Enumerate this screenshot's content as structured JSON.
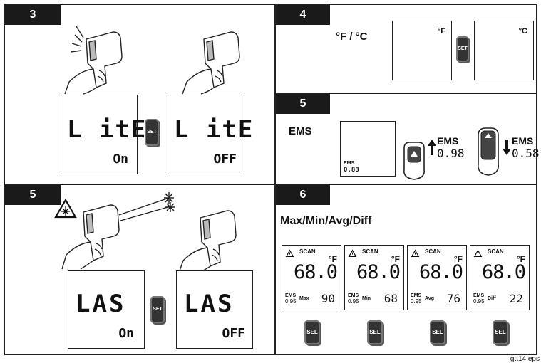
{
  "panels": {
    "p1": {
      "step": "3",
      "lcd_left": {
        "top": "L itE",
        "bottom": "On"
      },
      "lcd_right": {
        "top": "L itE",
        "bottom": "OFF"
      },
      "button": "SET"
    },
    "p2": {
      "step": "4",
      "label": "°F / °C",
      "lcd_left_unit": "°F",
      "lcd_right_unit": "°C",
      "button": "SET"
    },
    "p3": {
      "step": "5",
      "label": "EMS",
      "lcd_ems_label": "EMS",
      "lcd_ems_value": "0.88",
      "up": {
        "label": "EMS",
        "value": "0.98"
      },
      "down": {
        "label": "EMS",
        "value": "0.58"
      }
    },
    "p4": {
      "step": "5",
      "lcd_left": {
        "top": "LAS",
        "bottom": "On"
      },
      "lcd_right": {
        "top": "LAS",
        "bottom": "OFF"
      },
      "button": "SET"
    },
    "p5": {
      "step": "6",
      "title": "Max/Min/Avg/Diff",
      "displays": [
        {
          "scan": "SCAN",
          "unit": "°F",
          "reading": "68.0",
          "ems_label": "EMS",
          "ems_value": "0.95",
          "mode": "Max",
          "mode_value": "90"
        },
        {
          "scan": "SCAN",
          "unit": "°F",
          "reading": "68.0",
          "ems_label": "EMS",
          "ems_value": "0.95",
          "mode": "Min",
          "mode_value": "68"
        },
        {
          "scan": "SCAN",
          "unit": "°F",
          "reading": "68.0",
          "ems_label": "EMS",
          "ems_value": "0.95",
          "mode": "Avg",
          "mode_value": "76"
        },
        {
          "scan": "SCAN",
          "unit": "°F",
          "reading": "68.0",
          "ems_label": "EMS",
          "ems_value": "0.95",
          "mode": "Diff",
          "mode_value": "22"
        }
      ],
      "button": "SEL"
    }
  },
  "footer": "gtt14.eps"
}
